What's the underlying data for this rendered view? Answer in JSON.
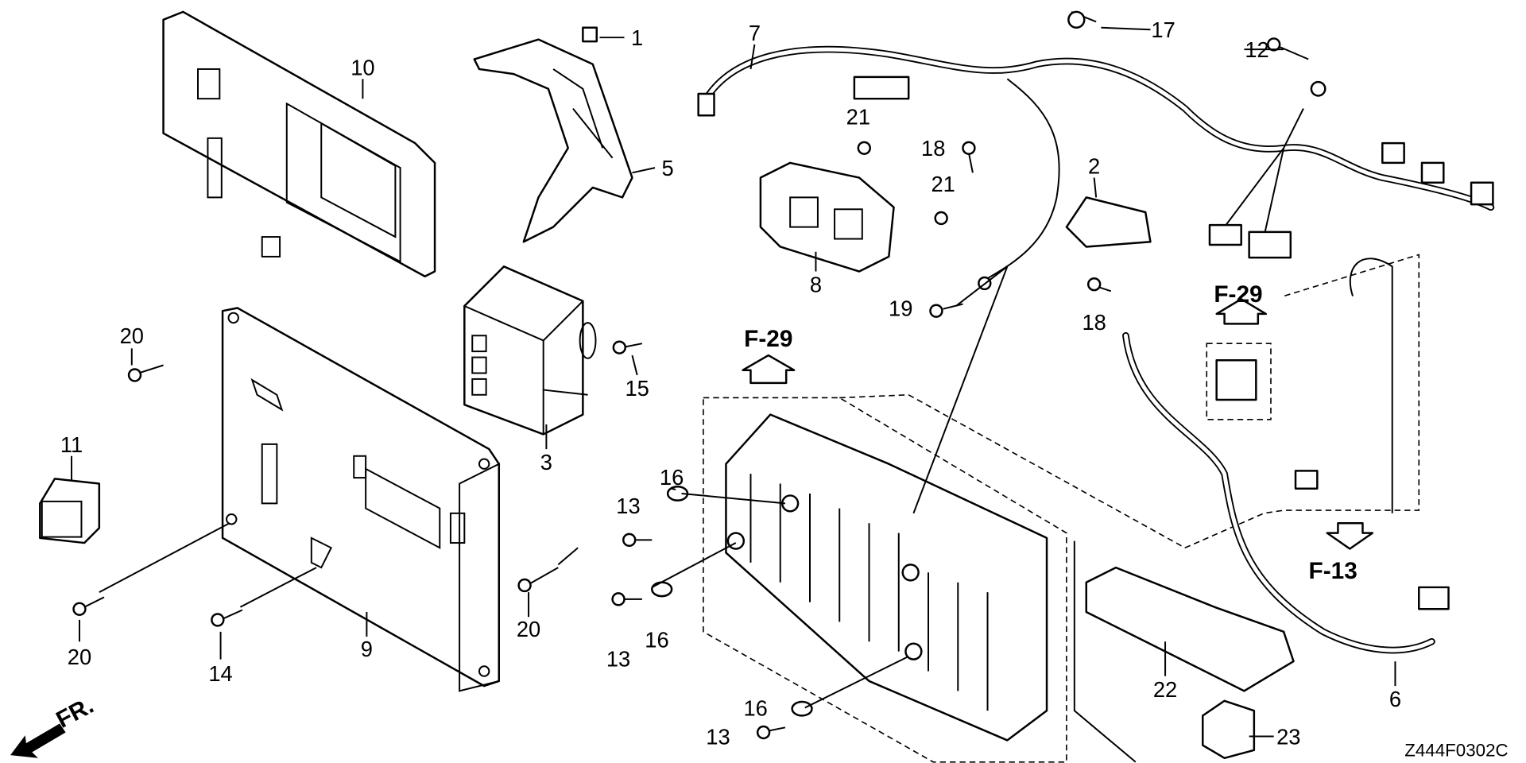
{
  "diagram": {
    "code": "Z444F0302C",
    "front_marker": "FR.",
    "references": [
      "F-29",
      "F-29",
      "F-13"
    ],
    "callouts": [
      "1",
      "10",
      "5",
      "7",
      "17",
      "12",
      "21",
      "18",
      "21",
      "2",
      "8",
      "19",
      "18",
      "20",
      "15",
      "3",
      "11",
      "16",
      "13",
      "16",
      "13",
      "20",
      "14",
      "9",
      "20",
      "22",
      "6",
      "16",
      "13",
      "23"
    ]
  }
}
